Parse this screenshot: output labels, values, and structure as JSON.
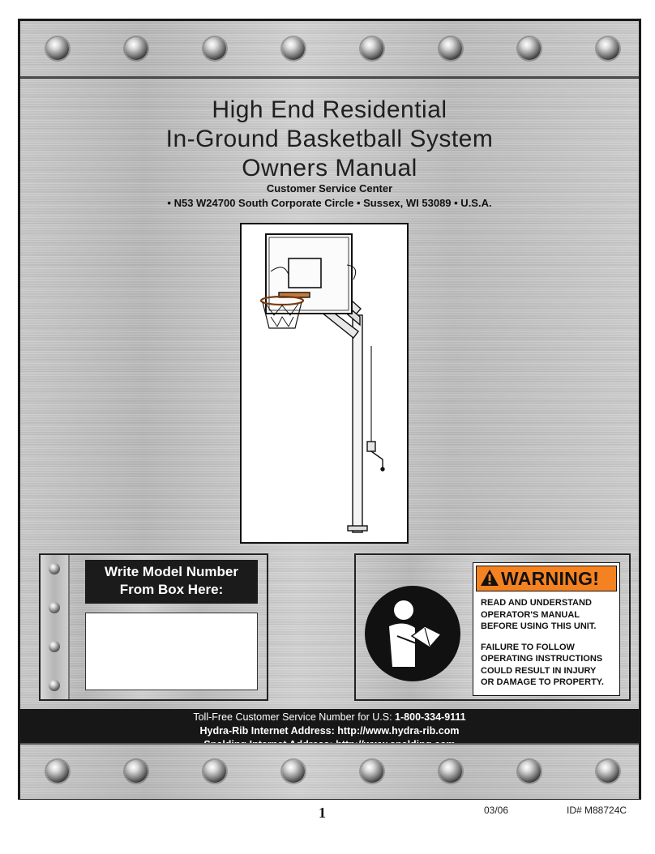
{
  "title": {
    "line1": "High End Residential",
    "line2": "In-Ground Basketball System",
    "line3": "Owners Manual"
  },
  "customer_service": {
    "label": "Customer Service Center",
    "address": "• N53 W24700 South Corporate Circle • Sussex, WI 53089 • U.S.A."
  },
  "model_box": {
    "heading_line1": "Write Model Number",
    "heading_line2": "From Box Here:"
  },
  "warning": {
    "word": "WARNING!",
    "text1": "READ AND UNDERSTAND\nOPERATOR'S MANUAL\nBEFORE USING THIS UNIT.",
    "text2": "FAILURE TO FOLLOW\nOPERATING INSTRUCTIONS\nCOULD RESULT IN INJURY\nOR DAMAGE TO PROPERTY.",
    "color": "#f58220"
  },
  "footer": {
    "toll_label": "Toll-Free Customer Service Number for U.S:",
    "toll_number": "1-800-334-9111",
    "hydra": "Hydra-Rib Internet Address: http://www.hydra-rib.com",
    "spalding": "Spalding Internet Address: http://www.spalding.com"
  },
  "page_number": "1",
  "date_code": "03/06",
  "doc_id": "ID#  M88724C"
}
